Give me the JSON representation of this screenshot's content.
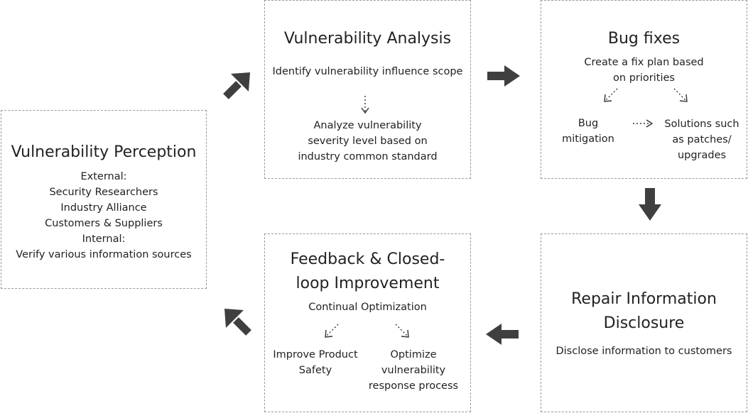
{
  "colors": {
    "arrow": "#3f3f3f",
    "border": "#9a9a9a",
    "text": "#222222"
  },
  "perception": {
    "title": "Vulnerability Perception",
    "external": "External:",
    "ext_items": [
      "Security Researchers",
      "Industry Alliance",
      "Customers & Suppliers"
    ],
    "internal": "Internal:",
    "int_item": "Verify various information sources"
  },
  "analysis": {
    "title": "Vulnerability Analysis",
    "step1": "Identify vulnerability influence scope",
    "step2": [
      "Analyze vulnerability",
      "severity level based on",
      "industry common standard"
    ]
  },
  "bugfix": {
    "title": "Bug fixes",
    "plan": [
      "Create a fix plan based",
      "on priorities"
    ],
    "mitigation": [
      "Bug",
      "mitigation"
    ],
    "solutions": [
      "Solutions such",
      "as patches/",
      "upgrades"
    ]
  },
  "disclosure": {
    "title": [
      "Repair Information",
      "Disclosure"
    ],
    "text": "Disclose information to customers"
  },
  "feedback": {
    "title": [
      "Feedback & Closed-",
      "loop Improvement"
    ],
    "sub": "Continual Optimization",
    "left": [
      "Improve Product",
      "Safety"
    ],
    "right": [
      "Optimize",
      "vulnerability",
      "response process"
    ]
  },
  "flow_arrows": [
    "perception-to-analysis",
    "analysis-to-bugfix",
    "bugfix-to-disclosure",
    "disclosure-to-feedback",
    "feedback-to-perception"
  ]
}
